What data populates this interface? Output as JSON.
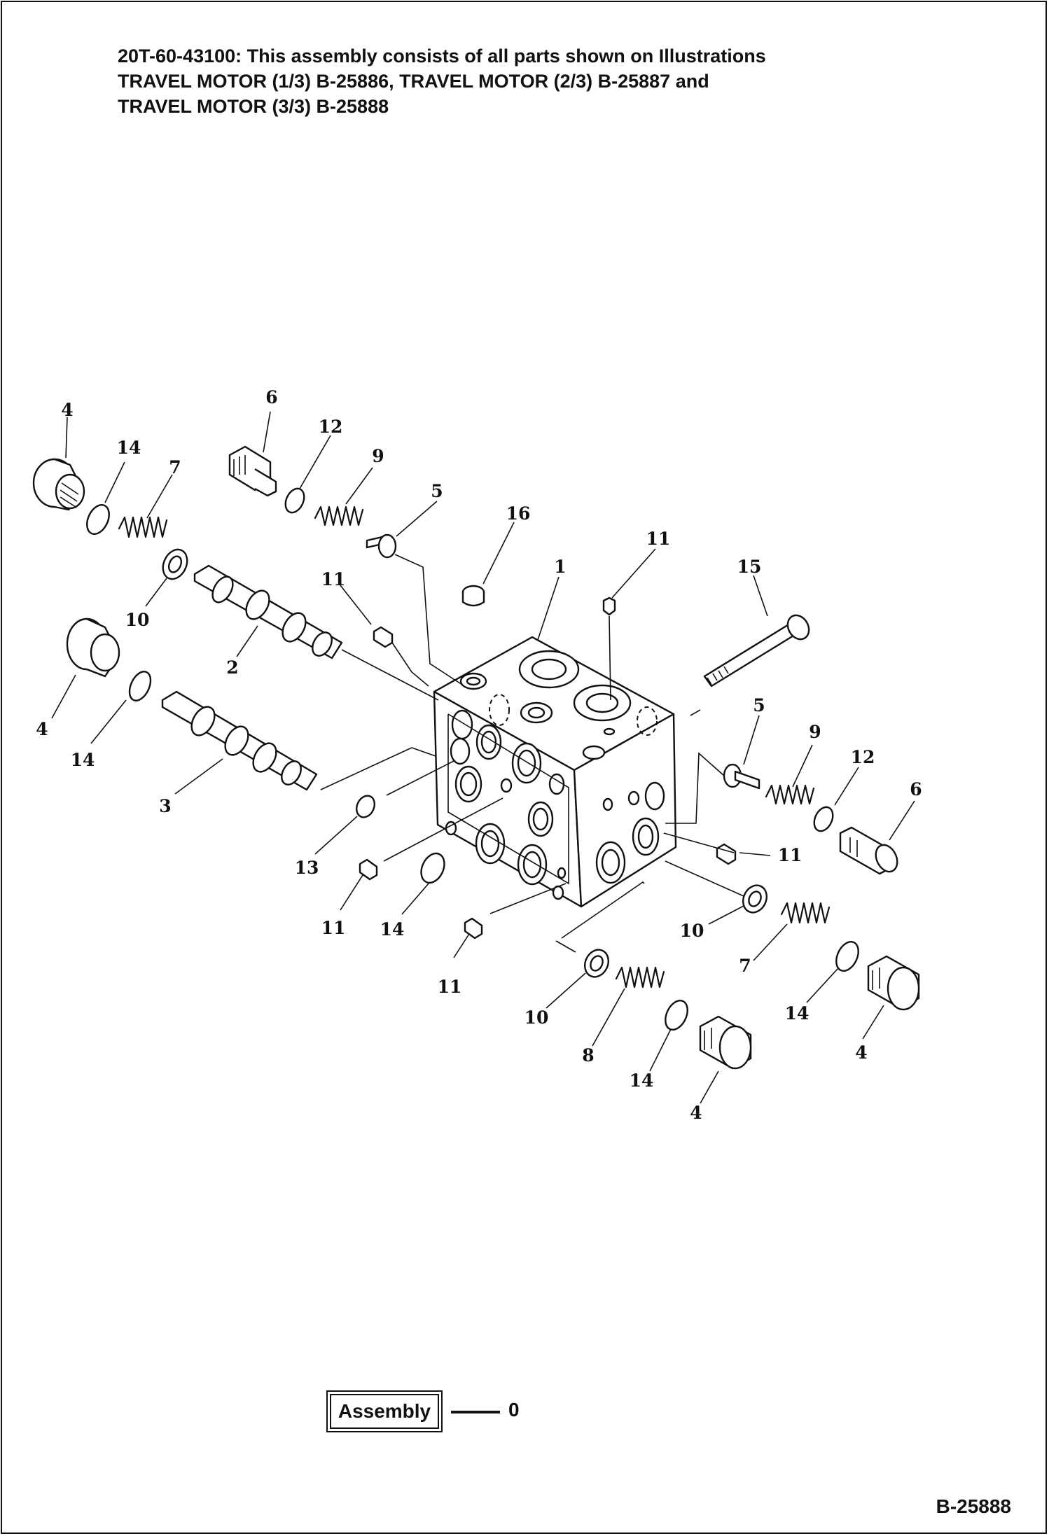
{
  "header": {
    "line1": "20T-60-43100: This assembly consists of all parts shown on Illustrations",
    "line2": "TRAVEL MOTOR (1/3) B-25886, TRAVEL MOTOR (2/3) B-25887 and",
    "line3": "TRAVEL MOTOR (3/3) B-25888"
  },
  "callouts": {
    "c4a": "4",
    "c14a": "14",
    "c7a": "7",
    "c10a": "10",
    "c2": "2",
    "c4b": "4",
    "c14b": "14",
    "c3": "3",
    "c6a": "6",
    "c12a": "12",
    "c9a": "9",
    "c5a": "5",
    "c11a": "11",
    "c16": "16",
    "c1": "1",
    "c11b": "11",
    "c15": "15",
    "c5b": "5",
    "c9b": "9",
    "c12b": "12",
    "c6b": "6",
    "c11c": "11",
    "c13": "13",
    "c11d": "11",
    "c14c": "14",
    "c11e": "11",
    "c10b": "10",
    "c7b": "7",
    "c14d": "14",
    "c4c": "4",
    "c10c": "10",
    "c8": "8",
    "c14e": "14",
    "c4d": "4"
  },
  "legend": {
    "label": "Assembly",
    "value": "0"
  },
  "figure_number": "B-25888"
}
